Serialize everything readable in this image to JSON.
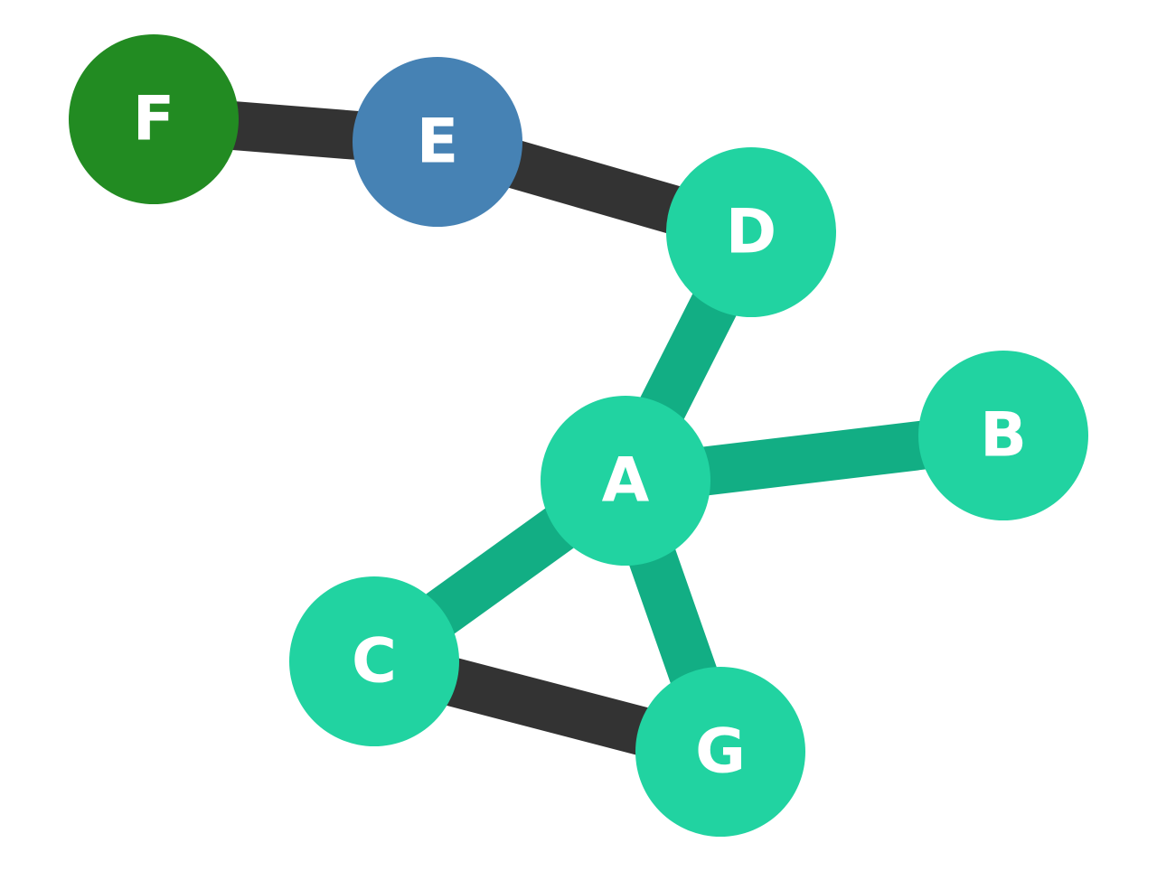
{
  "colors": {
    "background": "#ffffff",
    "node_default": "#21d3a1",
    "edge_highlight": "#12ae84",
    "edge_default": "#333333",
    "node_E": "#4682b4",
    "node_F": "#228b22",
    "label": "#ffffff"
  },
  "nodes": [
    {
      "id": "A",
      "label": "A",
      "color": "#21d3a1"
    },
    {
      "id": "B",
      "label": "B",
      "color": "#21d3a1"
    },
    {
      "id": "C",
      "label": "C",
      "color": "#21d3a1"
    },
    {
      "id": "D",
      "label": "D",
      "color": "#21d3a1"
    },
    {
      "id": "E",
      "label": "E",
      "color": "#4682b4"
    },
    {
      "id": "F",
      "label": "F",
      "color": "#228b22"
    },
    {
      "id": "G",
      "label": "G",
      "color": "#21d3a1"
    }
  ],
  "edges": [
    {
      "source": "F",
      "target": "E",
      "color": "#333333"
    },
    {
      "source": "E",
      "target": "D",
      "color": "#333333"
    },
    {
      "source": "D",
      "target": "A",
      "color": "#12ae84"
    },
    {
      "source": "A",
      "target": "B",
      "color": "#12ae84"
    },
    {
      "source": "A",
      "target": "C",
      "color": "#12ae84"
    },
    {
      "source": "A",
      "target": "G",
      "color": "#12ae84"
    },
    {
      "source": "C",
      "target": "G",
      "color": "#333333"
    }
  ]
}
